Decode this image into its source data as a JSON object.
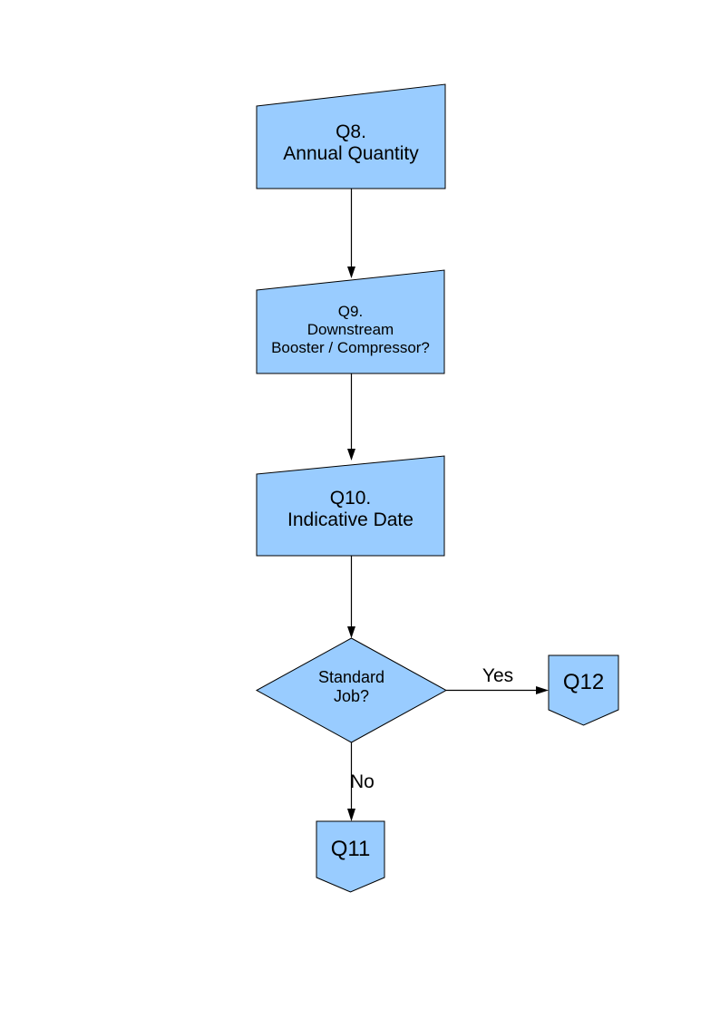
{
  "diagram": {
    "colors": {
      "node_fill": "#99CCFF",
      "node_border": "#000000",
      "connector": "#000000",
      "text": "#000000",
      "page_background": "#FFFFFF"
    },
    "nodes": {
      "q8": {
        "shape": "manual-input",
        "lines": [
          "Q8.",
          "Annual Quantity"
        ]
      },
      "q9": {
        "shape": "manual-input",
        "lines": [
          "Q9.",
          "Downstream",
          "Booster / Compressor?"
        ]
      },
      "q10": {
        "shape": "manual-input",
        "lines": [
          "Q10.",
          "Indicative Date"
        ]
      },
      "standard_job": {
        "shape": "decision",
        "lines": [
          "Standard",
          "Job?"
        ]
      },
      "q12": {
        "shape": "off-page-connector",
        "label": "Q12"
      },
      "q11": {
        "shape": "off-page-connector",
        "label": "Q11"
      }
    },
    "edge_labels": {
      "yes": "Yes",
      "no": "No"
    }
  }
}
